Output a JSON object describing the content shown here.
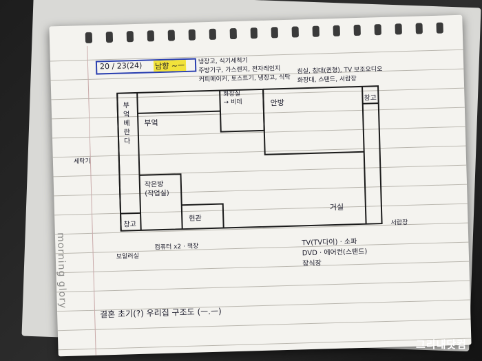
{
  "title_line": {
    "date": "20 / 23(24)",
    "highlight": "남향 ~ㅡ"
  },
  "appliances_note": "냉장고, 식기세척기\n주방기구, 가스렌지, 전자레인지\n커피메이커, 토스트기, 냉장고, 식탁",
  "bathroom_note": "화장실\n→ 비데",
  "bedroom_note": "침실, 침대(퀸형), TV 보조오디오\n화장대, 스탠드, 서랍장",
  "rooms": {
    "kitchen": "부엌",
    "bedroom": "안방",
    "closet_top_right": "창고",
    "closet_left": "창고",
    "front_balcony": "부엌 베란다",
    "small_room": "작은방\n(작업실)",
    "entrance": "현관",
    "living_room": "거실"
  },
  "side_notes": {
    "washer": "세탁기",
    "storage_right": "서랍장",
    "boiler": "보일러실",
    "computer": "컴퓨터 x2 · 책장"
  },
  "living_items": "TV(TV다이) · 소파\nDVD · 에어컨(스탠드)\n장식장",
  "footer_note": "결혼 초기(?) 우리집 구조도 (ㅡ.ㅡ)",
  "brand": "morning glory",
  "watermark": "그리내닷컴"
}
